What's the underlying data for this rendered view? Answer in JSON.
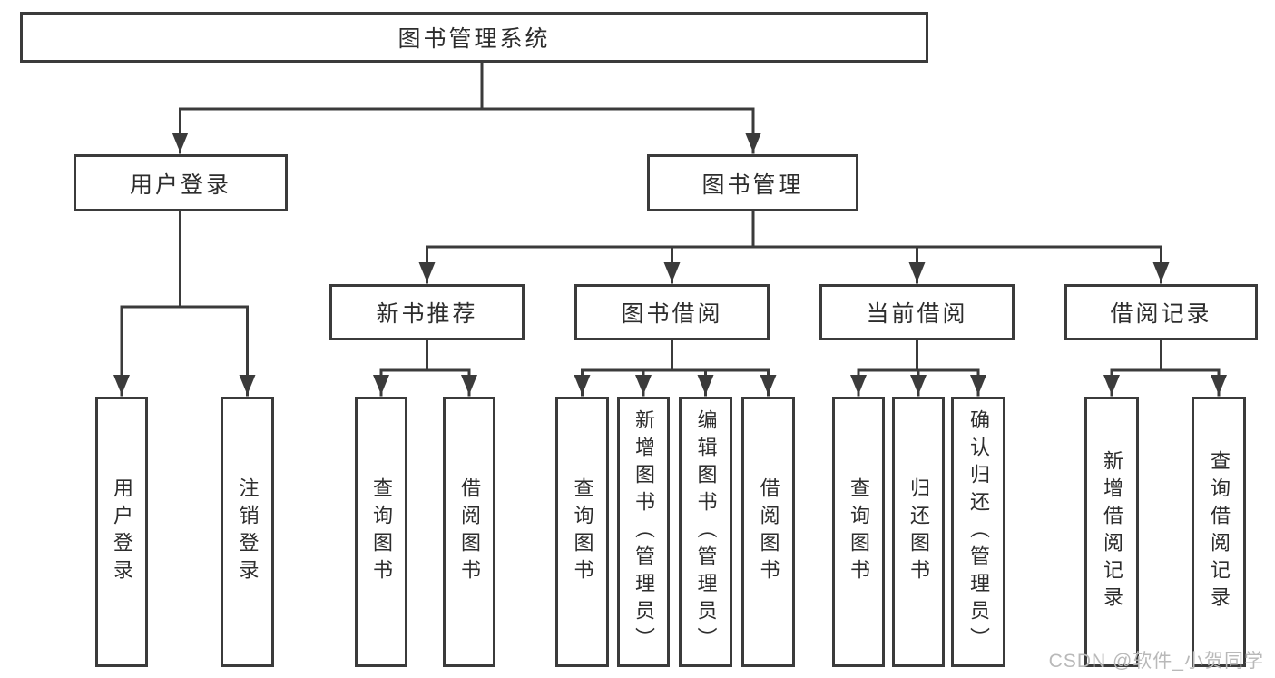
{
  "diagram": {
    "root": {
      "label": "图书管理系统"
    },
    "branches": [
      {
        "label": "用户登录",
        "children": [
          {
            "label": "用户登录"
          },
          {
            "label": "注销登录"
          }
        ]
      },
      {
        "label": "图书管理",
        "children": [
          {
            "label": "新书推荐",
            "children": [
              {
                "label": "查询图书"
              },
              {
                "label": "借阅图书"
              }
            ]
          },
          {
            "label": "图书借阅",
            "children": [
              {
                "label": "查询图书"
              },
              {
                "label": "新增图书（管理员）"
              },
              {
                "label": "编辑图书（管理员）"
              },
              {
                "label": "借阅图书"
              }
            ]
          },
          {
            "label": "当前借阅",
            "children": [
              {
                "label": "查询图书"
              },
              {
                "label": "归还图书"
              },
              {
                "label": "确认归还（管理员）"
              }
            ]
          },
          {
            "label": "借阅记录",
            "children": [
              {
                "label": "新增借阅记录"
              },
              {
                "label": "查询借阅记录"
              }
            ]
          }
        ]
      }
    ]
  },
  "watermark": {
    "text": "CSDN @软件_小贺同学",
    "color": "#b9b9b9"
  },
  "colors": {
    "line": "#3b3b3b",
    "text": "#2d2d2d",
    "background": "#ffffff"
  }
}
